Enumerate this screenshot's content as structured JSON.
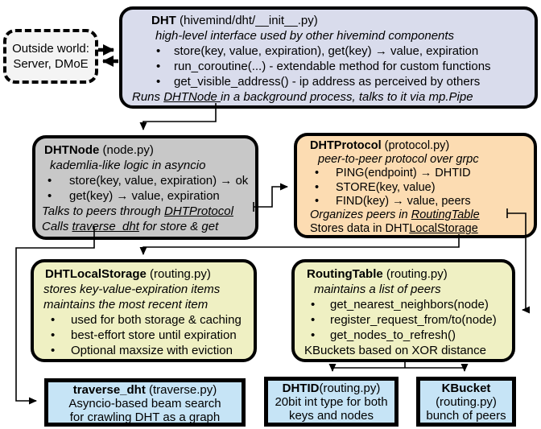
{
  "outside_world": {
    "line1": "Outside world:",
    "line2": "Server, DMoE"
  },
  "dht": {
    "name": "DHT",
    "file": " (hivemind/dht/__init__.py)",
    "subtitle": "high-level interface used by other hivemind components",
    "bullets": [
      "store(key, value, expiration), get(key) → value, expiration",
      "run_coroutine(...) - extendable method for custom functions",
      "get_visible_address() - ip address as perceived by others"
    ],
    "footer": {
      "pre": "Runs ",
      "link": "DHTNode ",
      "post": "in a background process, talks to it via mp.Pipe"
    }
  },
  "dht_node": {
    "name": "DHTNode",
    "file": " (node.py)",
    "subtitle": "kademlia-like logic in asyncio",
    "bullets": [
      "store(key, value, expiration) → ok",
      "get(key) → value, expiration"
    ],
    "peers_line": {
      "pre": "Talks to peers through ",
      "link": "DHTProtocol"
    },
    "calls_line": {
      "pre": "Calls ",
      "link": "traverse_dht",
      "post": " for store & get"
    }
  },
  "dht_protocol": {
    "name": "DHTProtocol",
    "file": " (protocol.py)",
    "subtitle": "peer-to-peer protocol over grpc",
    "bullets": [
      "PING(endpoint) → DHTID",
      "STORE(key, value)",
      "FIND(key) → value, peers"
    ],
    "organizes_line": {
      "pre": "Organizes peers in ",
      "link": "RoutingTable"
    },
    "stores_line": {
      "pre": "Stores data in DHT",
      "link": "LocalStorage"
    }
  },
  "local_storage": {
    "name": "DHTLocalStorage",
    "file": " (routing.py)",
    "subtitle1": "stores key-value-expiration items",
    "subtitle2": "maintains the most recent item",
    "bullets": [
      "used for both storage & caching",
      "best-effort store until expiration",
      "Optional maxsize with eviction"
    ]
  },
  "routing_table": {
    "name": "RoutingTable",
    "file": " (routing.py)",
    "subtitle": "maintains a list of peers",
    "bullets": [
      "get_nearest_neighbors(node)",
      "register_request_from/to(node)",
      "get_nodes_to_refresh()"
    ],
    "footer": "KBuckets based on XOR distance"
  },
  "traverse": {
    "name": "traverse_dht",
    "file": " (traverse.py)",
    "line2": "Asyncio-based beam search",
    "line3": "for crawling DHT as a graph"
  },
  "dhtid": {
    "name": "DHTID",
    "file": "(routing.py)",
    "line2": "20bit int type for both",
    "line3": "keys and nodes"
  },
  "kbucket": {
    "name": "KBucket",
    "file": "(routing.py)",
    "line2": "bunch of peers"
  },
  "colors": {
    "border": "#000000",
    "dht_fill": "#d9dcec",
    "dht_node_fill": "#c8c8c8",
    "dht_protocol_fill": "#fcdcb2",
    "storage_fill": "#eff0c3",
    "routing_fill": "#eff0c3",
    "leaf_fill": "#c6e4f6",
    "outside_fill": "#f4f4f4"
  }
}
